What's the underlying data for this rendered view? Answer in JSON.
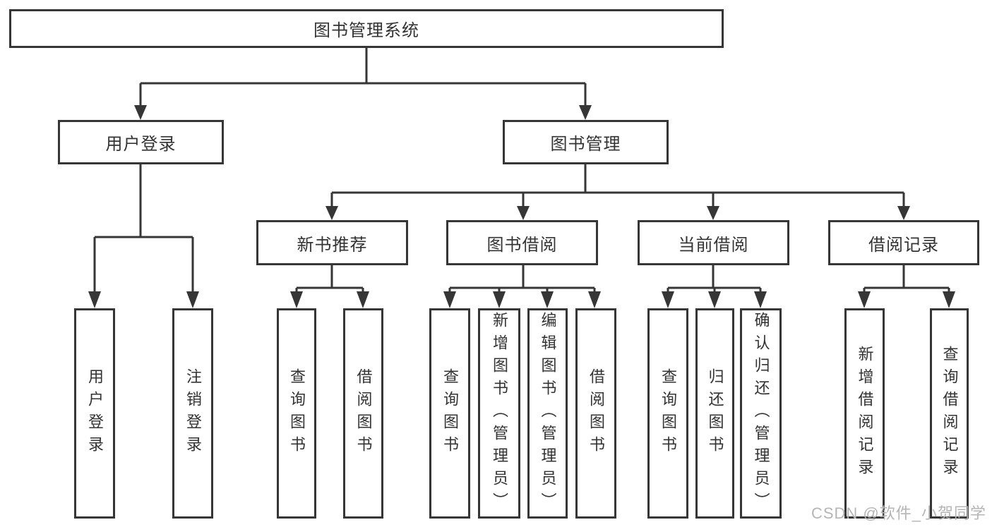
{
  "diagram": {
    "root": {
      "label": "图书管理系统"
    },
    "branches": [
      {
        "label": "用户登录",
        "children": [
          {
            "label": "用户登录"
          },
          {
            "label": "注销登录"
          }
        ]
      },
      {
        "label": "图书管理",
        "children": [
          {
            "label": "新书推荐",
            "children": [
              {
                "label": "查询图书"
              },
              {
                "label": "借阅图书"
              }
            ]
          },
          {
            "label": "图书借阅",
            "children": [
              {
                "label": "查询图书"
              },
              {
                "label": "新增图书（管理员）"
              },
              {
                "label": "编辑图书（管理员）"
              },
              {
                "label": "借阅图书"
              }
            ]
          },
          {
            "label": "当前借阅",
            "children": [
              {
                "label": "查询图书"
              },
              {
                "label": "归还图书"
              },
              {
                "label": "确认归还（管理员）"
              }
            ]
          },
          {
            "label": "借阅记录",
            "children": [
              {
                "label": "新增借阅记录"
              },
              {
                "label": "查询借阅记录"
              }
            ]
          }
        ]
      }
    ]
  },
  "watermark": {
    "text": "CSDN @软件_小贺同学"
  },
  "colors": {
    "line": "#363636",
    "text": "#333333",
    "background": "#ffffff",
    "watermark": "#b5b5b5"
  }
}
